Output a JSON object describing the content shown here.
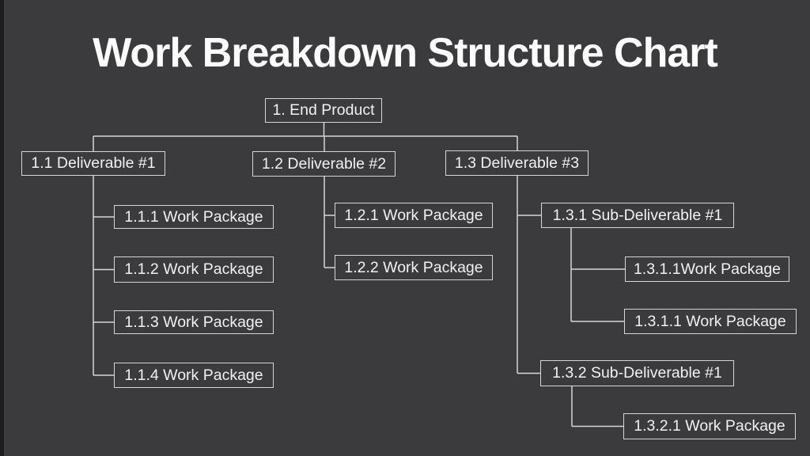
{
  "title": "Work Breakdown Structure Chart",
  "diagram": {
    "type": "tree",
    "nodes": [
      {
        "id": "1",
        "label": "1. End Product",
        "parent": null,
        "level": 1
      },
      {
        "id": "1.1",
        "label": "1.1 Deliverable #1",
        "parent": "1",
        "level": 2
      },
      {
        "id": "1.2",
        "label": "1.2 Deliverable #2",
        "parent": "1",
        "level": 2
      },
      {
        "id": "1.3",
        "label": "1.3 Deliverable #3",
        "parent": "1",
        "level": 2
      },
      {
        "id": "1.1.1",
        "label": "1.1.1 Work Package",
        "parent": "1.1",
        "level": 3
      },
      {
        "id": "1.1.2",
        "label": "1.1.2 Work Package",
        "parent": "1.1",
        "level": 3
      },
      {
        "id": "1.1.3",
        "label": "1.1.3 Work Package",
        "parent": "1.1",
        "level": 3
      },
      {
        "id": "1.1.4",
        "label": "1.1.4 Work Package",
        "parent": "1.1",
        "level": 3
      },
      {
        "id": "1.2.1",
        "label": "1.2.1 Work Package",
        "parent": "1.2",
        "level": 3
      },
      {
        "id": "1.2.2",
        "label": "1.2.2 Work Package",
        "parent": "1.2",
        "level": 3
      },
      {
        "id": "1.3.1",
        "label": "1.3.1 Sub-Deliverable #1",
        "parent": "1.3",
        "level": 3
      },
      {
        "id": "1.3.1.1a",
        "label": "1.3.1.1Work Package",
        "parent": "1.3.1",
        "level": 4
      },
      {
        "id": "1.3.1.1b",
        "label": "1.3.1.1 Work Package",
        "parent": "1.3.1",
        "level": 4
      },
      {
        "id": "1.3.2",
        "label": "1.3.2 Sub-Deliverable #1",
        "parent": "1.3",
        "level": 3
      },
      {
        "id": "1.3.2.1",
        "label": "1.3.2.1 Work Package",
        "parent": "1.3.2",
        "level": 4
      }
    ]
  },
  "colors": {
    "background": "#3b3b3d",
    "box_border": "#d6d6d6",
    "connector_line": "#d6d6d6",
    "box_text": "#f1f1f1",
    "title_text": "#fcfcfc"
  }
}
